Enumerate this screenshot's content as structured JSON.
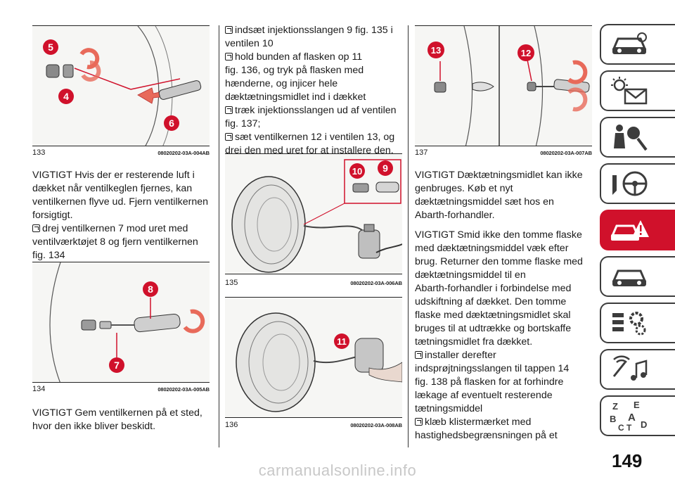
{
  "page_number": "149",
  "watermark": "carmanualsonline.info",
  "figures": {
    "f133": {
      "number": "133",
      "code": "08020202-03A-004AB",
      "callouts": [
        "5",
        "4",
        "6"
      ]
    },
    "f134": {
      "number": "134",
      "code": "08020202-03A-005AB",
      "callouts": [
        "8",
        "7"
      ]
    },
    "f135": {
      "number": "135",
      "code": "08020202-03A-006AB",
      "callouts": [
        "10",
        "9"
      ]
    },
    "f136": {
      "number": "136",
      "code": "08020202-03A-008AB",
      "callouts": [
        "11"
      ]
    },
    "f137": {
      "number": "137",
      "code": "08020202-03A-007AB",
      "callouts": [
        "13",
        "12"
      ]
    }
  },
  "col1": {
    "warning1_lines": [
      "VIGTIGT Hvis der er resterende luft i",
      "dækket når ventilkeglen fjernes, kan",
      "ventilkernen flyve ud. Fjern ventilkernen",
      "forsigtigt."
    ],
    "step1_lines": [
      "drej ventilkernen 7 mod uret med",
      "ventilværktøjet 8 og fjern ventilkernen",
      "fig. 134"
    ],
    "warning2_lines": [
      "VIGTIGT Gem ventilkernen på et sted,",
      "hvor den ikke bliver beskidt."
    ]
  },
  "col2": {
    "step1_lines": [
      "indsæt injektionsslangen 9 fig. 135 i",
      "ventilen 10"
    ],
    "step2_lines": [
      "hold bunden af flasken op 11",
      "fig. 136, og tryk på flasken med",
      "hænderne, og injicer hele",
      "dæktætningsmidlet ind i dækket"
    ],
    "step3_lines": [
      "træk injektionsslangen ud af ventilen",
      "fig. 137;"
    ],
    "step4_lines": [
      "sæt ventilkernen 12 i ventilen 13, og",
      "drej den med uret for at installere den."
    ]
  },
  "col3": {
    "warning1_lines": [
      "VIGTIGT Dæktætningsmidlet kan ikke",
      "genbruges. Køb et nyt",
      "dæktætningsmiddel sæt hos en",
      "Abarth-forhandler."
    ],
    "warning2_lines": [
      "VIGTIGT Smid ikke den tomme flaske",
      "med dæktætningsmiddel væk efter",
      "brug. Returner den tomme flaske med",
      "dæktætningsmiddel til en",
      "Abarth-forhandler i forbindelse med",
      "udskiftning af dækket. Den tomme",
      "flaske med dæktætningsmidlet skal",
      "bruges til at udtrække og bortskaffe",
      "tætningsmidlet fra dækket."
    ],
    "step1_lines": [
      "installer derefter",
      "indsprøjtningsslangen til tappen 14",
      "fig. 138 på flasken for at forhindre",
      "lækage af eventuelt resterende",
      "tætningsmiddel"
    ],
    "step2_lines": [
      "klæb klistermærket med",
      "hastighedsbegrænsningen på et"
    ]
  },
  "side_tabs": [
    {
      "icon": "car-dashboard-icon",
      "active": false
    },
    {
      "icon": "warning-lights-icon",
      "active": false
    },
    {
      "icon": "airbag-safety-icon",
      "active": false
    },
    {
      "icon": "steering-wheel-icon",
      "active": false
    },
    {
      "icon": "breakdown-car-icon",
      "active": true
    },
    {
      "icon": "maintenance-car-icon",
      "active": false
    },
    {
      "icon": "technical-data-icon",
      "active": false
    },
    {
      "icon": "multimedia-icon",
      "active": false
    },
    {
      "icon": "index-alphabet-icon",
      "active": false
    }
  ],
  "index_tab_letters": [
    "Z",
    "E",
    "B",
    "A",
    "C",
    "T",
    "D"
  ],
  "colors": {
    "callout_red": "#d0112b",
    "accent_tab": "#d0112b",
    "arrow_red": "#e86a5a"
  }
}
